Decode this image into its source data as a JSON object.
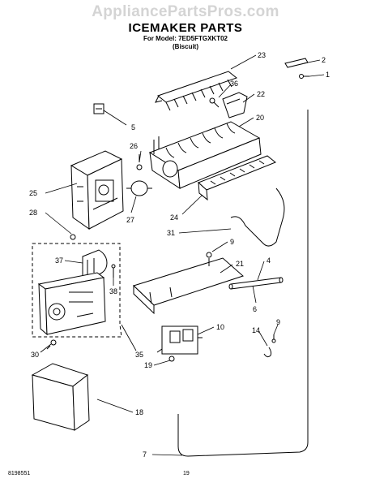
{
  "watermark": "AppliancePartsPros.com",
  "title": "ICEMAKER PARTS",
  "model_line": "For Model: 7ED5FTGXKT02",
  "color_line": "(Biscuit)",
  "footer": {
    "doc_number": "8198551",
    "page_number": "19"
  },
  "callouts": [
    "23",
    "2",
    "1",
    "36",
    "22",
    "5",
    "20",
    "26",
    "25",
    "28",
    "27",
    "24",
    "31",
    "9",
    "37",
    "21",
    "4",
    "38",
    "6",
    "10",
    "9",
    "14",
    "30",
    "35",
    "19",
    "18",
    "7"
  ]
}
